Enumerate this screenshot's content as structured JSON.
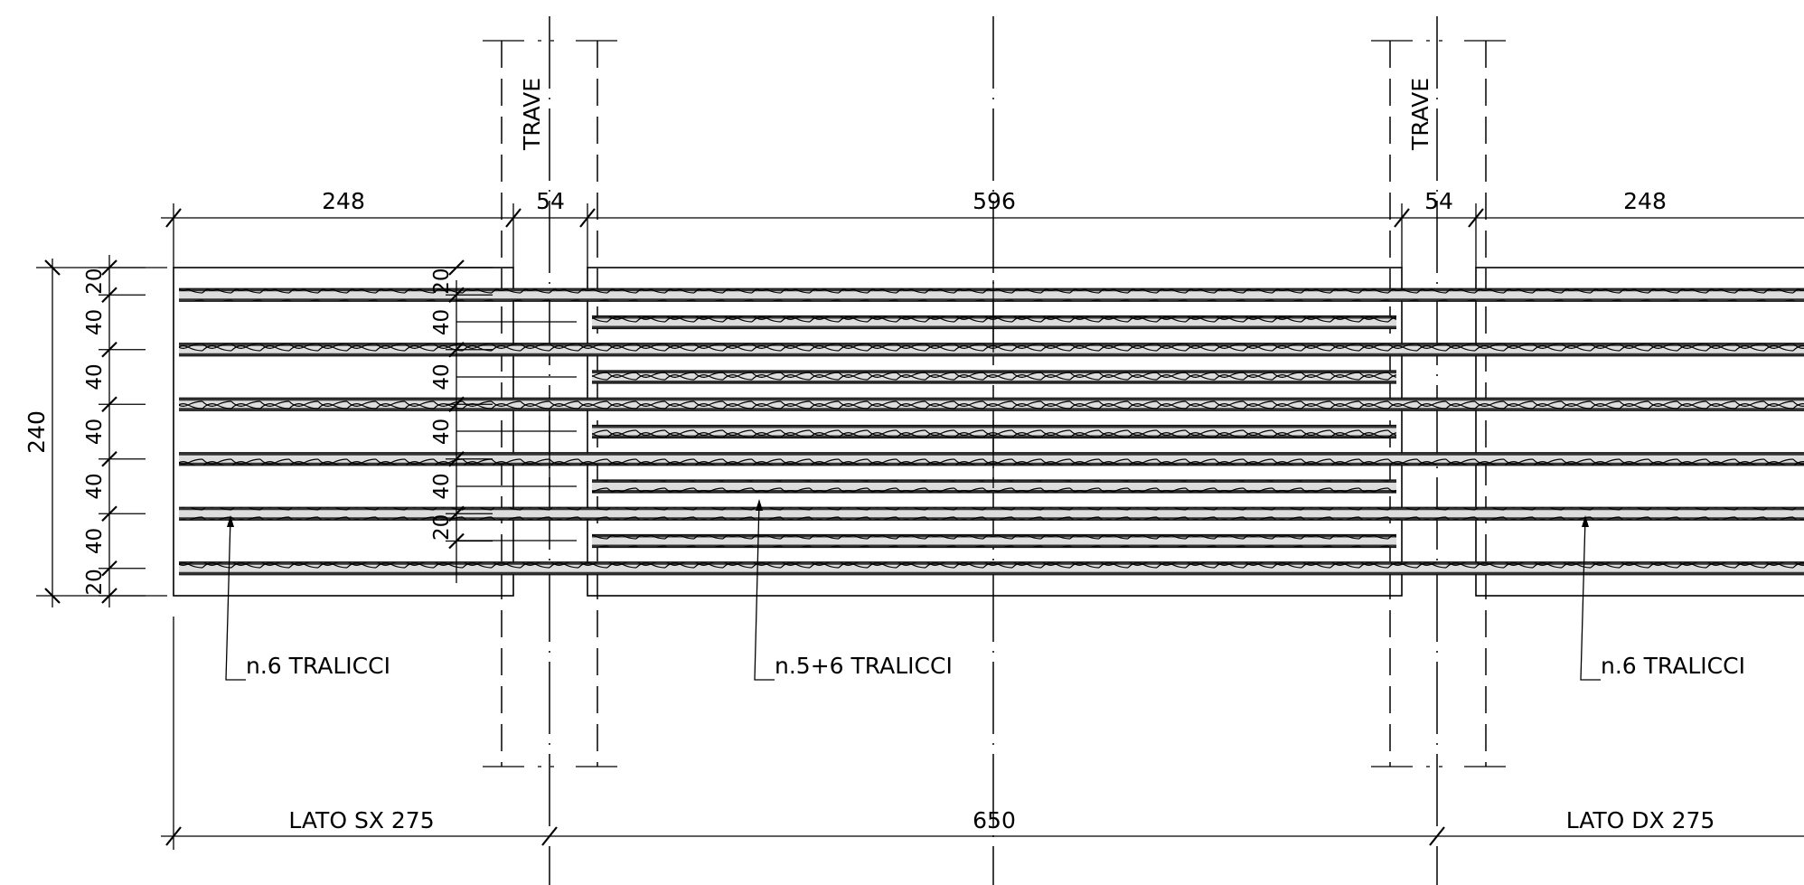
{
  "beam_labels": [
    "TRAVE",
    "TRAVE"
  ],
  "top_dimensions": [
    "248",
    "54",
    "596",
    "54",
    "248"
  ],
  "left_dimension": {
    "total": "240"
  },
  "left_spacings": [
    "20",
    "40",
    "40",
    "40",
    "40",
    "40",
    "20"
  ],
  "middle_spacings": [
    "20",
    "40",
    "40",
    "40",
    "40",
    "20"
  ],
  "truss_labels": {
    "left": "n.6  TRALICCI",
    "middle": "n.5+6  TRALICCI",
    "right": "n.6  TRALICCI"
  },
  "bottom_dimensions": [
    "LATO SX 275",
    "650",
    "LATO DX 275"
  ],
  "truss_counts": {
    "long_rows": 6,
    "short_rows": 5
  }
}
